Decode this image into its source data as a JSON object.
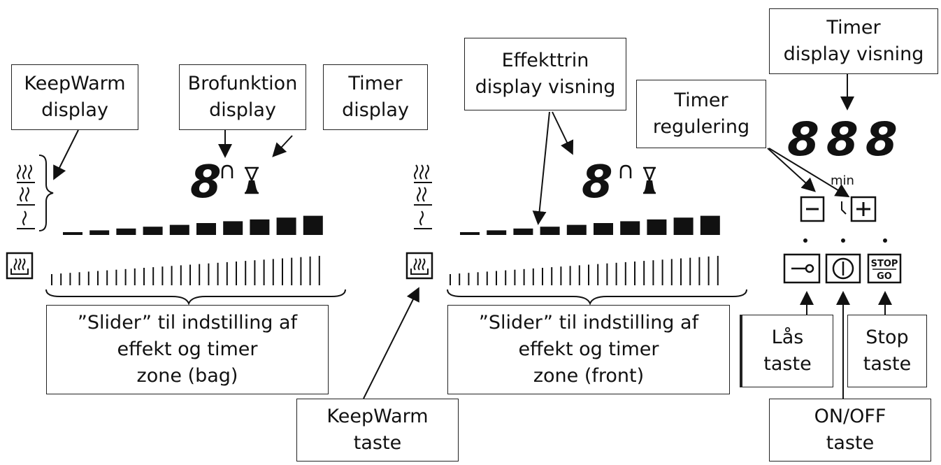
{
  "callouts": {
    "keepwarm_display": [
      "KeepWarm",
      "display"
    ],
    "brofunktion_display": [
      "Brofunktion",
      "display"
    ],
    "timer_display": [
      "Timer",
      "display"
    ],
    "effekttrin_display": [
      "Effekttrin",
      "display visning"
    ],
    "timer_display_visning": [
      "Timer",
      "display visning"
    ],
    "timer_regulering": [
      "Timer",
      "regulering"
    ],
    "slider_bag": [
      "”Slider” til indstilling af",
      "effekt og timer",
      "zone (bag)"
    ],
    "slider_front": [
      "”Slider” til indstilling af",
      "effekt og timer",
      "zone (front)"
    ],
    "keepwarm_taste": [
      "KeepWarm",
      "taste"
    ],
    "laas_taste": [
      "Lås",
      "taste"
    ],
    "stop_taste": [
      "Stop",
      "taste"
    ],
    "onoff_taste": [
      "ON/OFF",
      "taste"
    ]
  },
  "panel": {
    "zone_digit": "8",
    "timer_digits": "888",
    "timer_unit": "min",
    "minus_symbol": "−",
    "plus_symbol": "+",
    "stop_label": "STOP",
    "go_label": "GO"
  },
  "icons": {
    "keepwarm_levels": [
      "heat-3-icon",
      "heat-2-icon",
      "heat-1-icon"
    ],
    "keepwarm_button": "keepwarm-pot-icon",
    "bridge": "bridge-icon",
    "hourglass": "hourglass-icon",
    "lock": "key-icon",
    "power": "power-icon"
  },
  "power_steps": 10,
  "slider_ticks": 30
}
